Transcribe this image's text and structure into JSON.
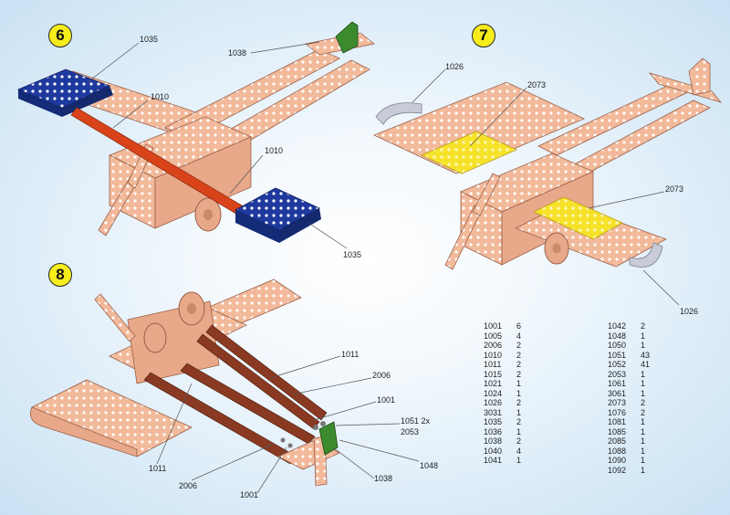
{
  "steps": [
    {
      "number": "6",
      "callouts": {
        "c1035_top": "1035",
        "c1038": "1038",
        "c1010_a": "1010",
        "c1010_b": "1010",
        "c1035_bottom": "1035"
      }
    },
    {
      "number": "7",
      "callouts": {
        "c1026_top": "1026",
        "c2073_top": "2073",
        "c2073_mid": "2073",
        "c1026_bottom": "1026"
      }
    },
    {
      "number": "8",
      "callouts": {
        "c1011_top": "1011",
        "c2006_top": "2006",
        "c1001_top": "1001",
        "c1051": "1051 2x",
        "c2053": "2053",
        "c1048": "1048",
        "c1038": "1038",
        "c1011_bottom": "1011",
        "c2006_bottom": "2006",
        "c1001_bottom": "1001"
      }
    }
  ],
  "parts_list": {
    "left": [
      {
        "part": "1001",
        "qty": "6"
      },
      {
        "part": "1005",
        "qty": "4"
      },
      {
        "part": "2006",
        "qty": "2"
      },
      {
        "part": "1010",
        "qty": "2"
      },
      {
        "part": "1011",
        "qty": "2"
      },
      {
        "part": "1015",
        "qty": "2"
      },
      {
        "part": "1021",
        "qty": "1"
      },
      {
        "part": "1024",
        "qty": "1"
      },
      {
        "part": "1026",
        "qty": "2"
      },
      {
        "part": "3031",
        "qty": "1"
      },
      {
        "part": "1035",
        "qty": "2"
      },
      {
        "part": "1036",
        "qty": "1"
      },
      {
        "part": "1038",
        "qty": "2"
      },
      {
        "part": "1040",
        "qty": "4"
      },
      {
        "part": "1041",
        "qty": "1"
      }
    ],
    "right": [
      {
        "part": "1042",
        "qty": "2"
      },
      {
        "part": "1048",
        "qty": "1"
      },
      {
        "part": "1050",
        "qty": "1"
      },
      {
        "part": "1051",
        "qty": "43"
      },
      {
        "part": "1052",
        "qty": "41"
      },
      {
        "part": "2053",
        "qty": "1"
      },
      {
        "part": "1061",
        "qty": "1"
      },
      {
        "part": "3061",
        "qty": "1"
      },
      {
        "part": "2073",
        "qty": "2"
      },
      {
        "part": "1076",
        "qty": "2"
      },
      {
        "part": "1081",
        "qty": "1"
      },
      {
        "part": "1085",
        "qty": "1"
      },
      {
        "part": "2085",
        "qty": "1"
      },
      {
        "part": "1088",
        "qty": "1"
      },
      {
        "part": "1090",
        "qty": "1"
      },
      {
        "part": "1092",
        "qty": "1"
      }
    ]
  },
  "colors": {
    "copper": "#f2b99a",
    "copper_dark": "#c98a6c",
    "copper_line": "#9a6048",
    "blue_plate": "#1f3a9e",
    "orange_strip": "#d8431a",
    "yellow_plate": "#f7e22a",
    "silver_curve": "#c9ccd8",
    "green_bracket": "#3c8a2e",
    "dark_strip": "#8a3a22",
    "badge": "#f7ec1c"
  }
}
